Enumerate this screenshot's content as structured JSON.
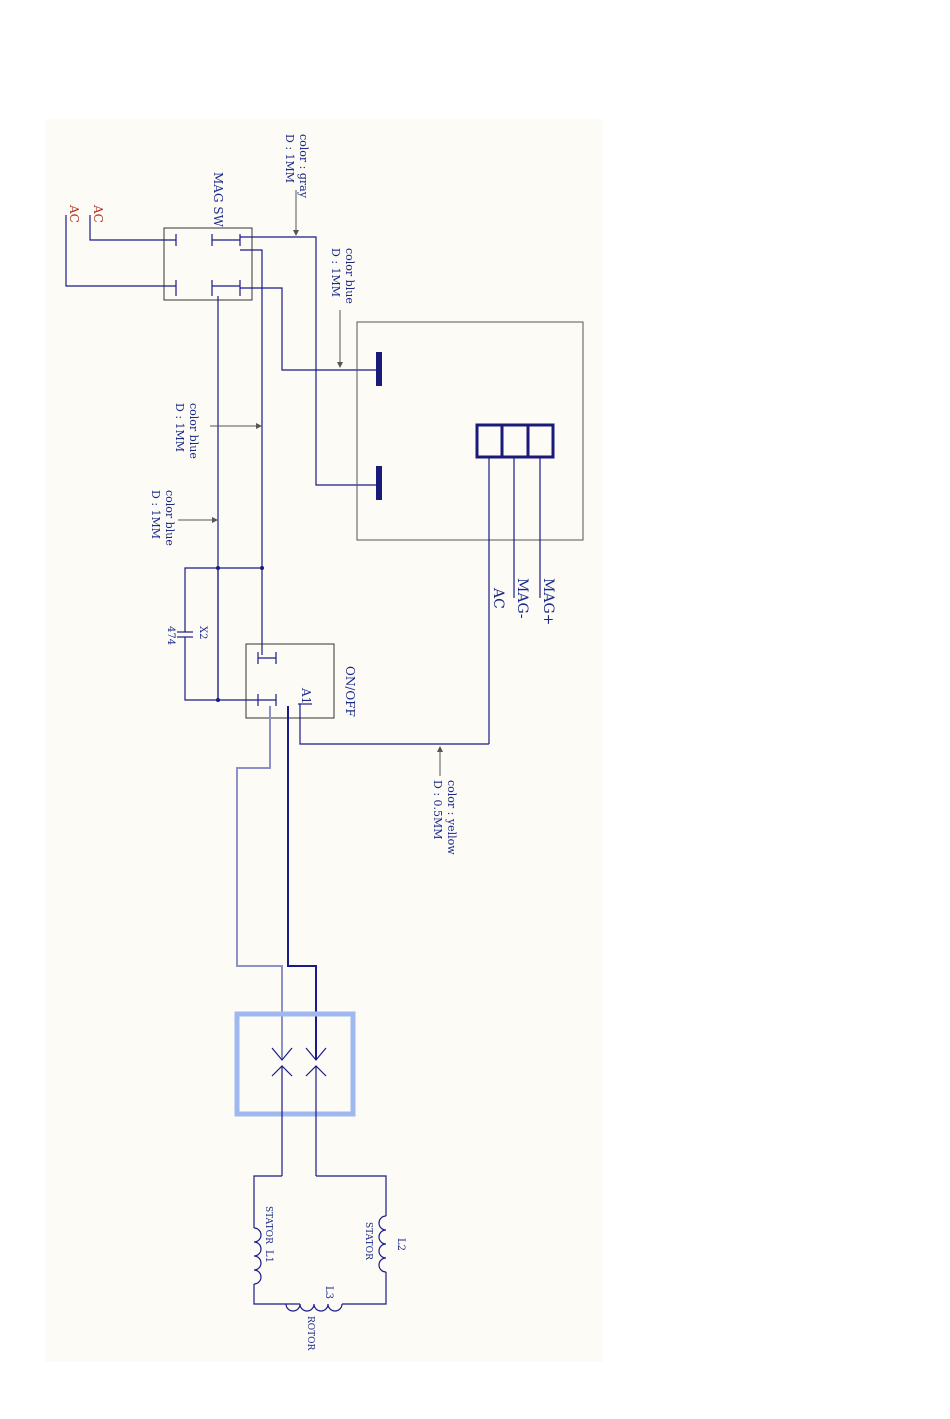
{
  "labels": {
    "ac_top": "AC",
    "ac_top2": "AC",
    "mag_sw": "MAG SW",
    "gray_color": "color : gray",
    "gray_d": "D : 1MM",
    "blue1_color": "color blue",
    "blue1_d": "D : 1MM",
    "blue2_color": "color blue",
    "blue2_d": "D : 1MM",
    "blue3_color": "color blue",
    "blue3_d": "D : 1MM",
    "cap_name": "X2",
    "cap_value": "474",
    "onoff": "ON/OFF",
    "a1": "A1",
    "mag_plus": "MAG+",
    "mag_minus": "MAG-",
    "ac_out": "AC",
    "yellow_color": "color : yellow",
    "yellow_d": "D : 0.5MM",
    "stator1": "STATOR",
    "l1": "L1",
    "stator2": "STATOR",
    "l2": "L2",
    "l3": "L3",
    "rotor": "ROTOR"
  },
  "colors": {
    "wire": "#1a1a8a",
    "accent_red": "#b03020",
    "connector_highlight": "#9fb8f0"
  }
}
